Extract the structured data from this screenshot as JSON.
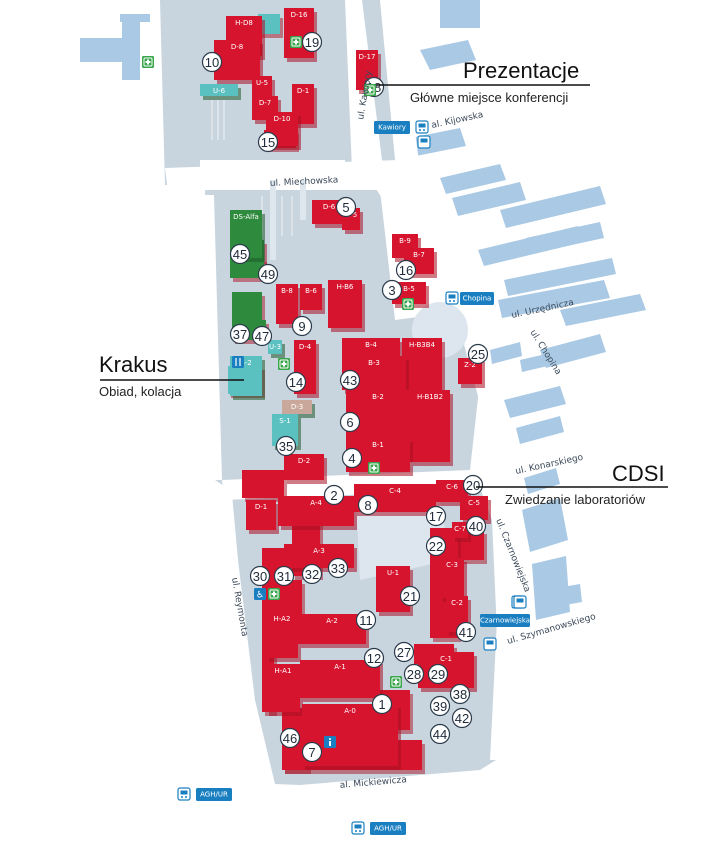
{
  "colors": {
    "building": "#d6142e",
    "building_dark": "#a80f22",
    "dormitory": "#2e8a3c",
    "canteen": "#5bc0c0",
    "other_building": "#c9a79a",
    "ground": "#c8d5df",
    "road": "#ffffff",
    "outside_building": "#a9c9e4",
    "bus": "#1a7fc1",
    "firstaid": "#3aa64b"
  },
  "callouts": {
    "prezentacje": {
      "title": "Prezentacje",
      "subtitle": "Główne miejsce konferencji"
    },
    "krakus": {
      "title": "Krakus",
      "subtitle": "Obiad, kolacja"
    },
    "cdsi": {
      "title": "CDSI",
      "subtitle": "Zwiedzanie laboratoriów"
    }
  },
  "streets": [
    {
      "id": "kawiory",
      "name": "ul. Kawiory"
    },
    {
      "id": "kijowska",
      "name": "al. Kijowska"
    },
    {
      "id": "miechowska",
      "name": "ul. Miechowska"
    },
    {
      "id": "urzednicza",
      "name": "ul. Urzędnicza"
    },
    {
      "id": "chopina",
      "name": "ul. Chopina"
    },
    {
      "id": "konarskiego",
      "name": "ul. Konarskiego"
    },
    {
      "id": "czarnowiejska",
      "name": "ul. Czarnowiejska"
    },
    {
      "id": "szymanowskiego",
      "name": "ul. Szymanowskiego"
    },
    {
      "id": "reymonta",
      "name": "ul. Reymonta"
    },
    {
      "id": "mickiewicza",
      "name": "al. Mickiewicza"
    }
  ],
  "bus_stops": [
    {
      "id": "kawiory",
      "label": "Kawiory"
    },
    {
      "id": "chopina",
      "label": "Chopina"
    },
    {
      "id": "czarnowiejska",
      "label": "Czarnowiejska"
    },
    {
      "id": "aghur1",
      "label": "AGH/UR"
    },
    {
      "id": "aghur2",
      "label": "AGH/UR"
    }
  ],
  "buildings": [
    {
      "id": "D-16",
      "label": "D-16"
    },
    {
      "id": "H-D8",
      "label": "H-D8"
    },
    {
      "id": "D-8",
      "label": "D-8"
    },
    {
      "id": "D-17",
      "label": "D-17"
    },
    {
      "id": "U-6",
      "label": "U-6"
    },
    {
      "id": "U-5",
      "label": "U-5"
    },
    {
      "id": "D-7",
      "label": "D-7"
    },
    {
      "id": "D-1x",
      "label": "D-1"
    },
    {
      "id": "D-10",
      "label": "D-10"
    },
    {
      "id": "D-6",
      "label": "D-6"
    },
    {
      "id": "D-5",
      "label": "D-5"
    },
    {
      "id": "B-9",
      "label": "B-9"
    },
    {
      "id": "B-7",
      "label": "B-7"
    },
    {
      "id": "B-5",
      "label": "B-5"
    },
    {
      "id": "DS-Alfa",
      "label": "DS-Alfa"
    },
    {
      "id": "B-8",
      "label": "B-8"
    },
    {
      "id": "B-6",
      "label": "B-6"
    },
    {
      "id": "H-B6",
      "label": "H-B6"
    },
    {
      "id": "U-3",
      "label": "U-3"
    },
    {
      "id": "D-4",
      "label": "D-4"
    },
    {
      "id": "B-4",
      "label": "B-4"
    },
    {
      "id": "H-B3B4",
      "label": "H-B3B4"
    },
    {
      "id": "B-3",
      "label": "B-3"
    },
    {
      "id": "Z-2",
      "label": "Z-2"
    },
    {
      "id": "S-2",
      "label": "S-2"
    },
    {
      "id": "D-3",
      "label": "D-3"
    },
    {
      "id": "S-1",
      "label": "S-1"
    },
    {
      "id": "B-2",
      "label": "B-2"
    },
    {
      "id": "H-B1B2",
      "label": "H-B1B2"
    },
    {
      "id": "B-1",
      "label": "B-1"
    },
    {
      "id": "D-2",
      "label": "D-2"
    },
    {
      "id": "D-1",
      "label": "D-1"
    },
    {
      "id": "A-4",
      "label": "A-4"
    },
    {
      "id": "C-4",
      "label": "C-4"
    },
    {
      "id": "C-6",
      "label": "C-6"
    },
    {
      "id": "C-5",
      "label": "C-5"
    },
    {
      "id": "C-7",
      "label": "C-7"
    },
    {
      "id": "H-A2",
      "label": "H-A2"
    },
    {
      "id": "A-3",
      "label": "A-3"
    },
    {
      "id": "U-1",
      "label": "U-1"
    },
    {
      "id": "C-3",
      "label": "C-3"
    },
    {
      "id": "A-2",
      "label": "A-2"
    },
    {
      "id": "C-2",
      "label": "C-2"
    },
    {
      "id": "H-A1",
      "label": "H-A1"
    },
    {
      "id": "A-1",
      "label": "A-1"
    },
    {
      "id": "C-1",
      "label": "C-1"
    },
    {
      "id": "A-0",
      "label": "A-0"
    }
  ],
  "markers": [
    {
      "id": "19",
      "label": "19"
    },
    {
      "id": "10",
      "label": "10"
    },
    {
      "id": "18",
      "label": "18"
    },
    {
      "id": "15",
      "label": "15"
    },
    {
      "id": "5",
      "label": "5"
    },
    {
      "id": "45",
      "label": "45"
    },
    {
      "id": "16",
      "label": "16"
    },
    {
      "id": "49",
      "label": "49"
    },
    {
      "id": "3",
      "label": "3"
    },
    {
      "id": "9",
      "label": "9"
    },
    {
      "id": "37",
      "label": "37"
    },
    {
      "id": "47",
      "label": "47"
    },
    {
      "id": "25",
      "label": "25"
    },
    {
      "id": "14",
      "label": "14"
    },
    {
      "id": "43",
      "label": "43"
    },
    {
      "id": "6",
      "label": "6"
    },
    {
      "id": "35",
      "label": "35"
    },
    {
      "id": "4",
      "label": "4"
    },
    {
      "id": "20",
      "label": "20"
    },
    {
      "id": "2",
      "label": "2"
    },
    {
      "id": "8",
      "label": "8"
    },
    {
      "id": "17",
      "label": "17"
    },
    {
      "id": "40",
      "label": "40"
    },
    {
      "id": "22",
      "label": "22"
    },
    {
      "id": "30",
      "label": "30"
    },
    {
      "id": "31",
      "label": "31"
    },
    {
      "id": "32",
      "label": "32"
    },
    {
      "id": "33",
      "label": "33"
    },
    {
      "id": "21",
      "label": "21"
    },
    {
      "id": "11",
      "label": "11"
    },
    {
      "id": "41",
      "label": "41"
    },
    {
      "id": "27",
      "label": "27"
    },
    {
      "id": "12",
      "label": "12"
    },
    {
      "id": "28",
      "label": "28"
    },
    {
      "id": "29",
      "label": "29"
    },
    {
      "id": "38",
      "label": "38"
    },
    {
      "id": "1",
      "label": "1"
    },
    {
      "id": "39",
      "label": "39"
    },
    {
      "id": "42",
      "label": "42"
    },
    {
      "id": "46",
      "label": "46"
    },
    {
      "id": "44",
      "label": "44"
    },
    {
      "id": "7",
      "label": "7"
    }
  ],
  "icons": {
    "firstaid": "first-aid-icon",
    "bus": "bus-icon",
    "restaurant": "restaurant-icon",
    "info": "info-icon",
    "parking": "parking-icon"
  }
}
